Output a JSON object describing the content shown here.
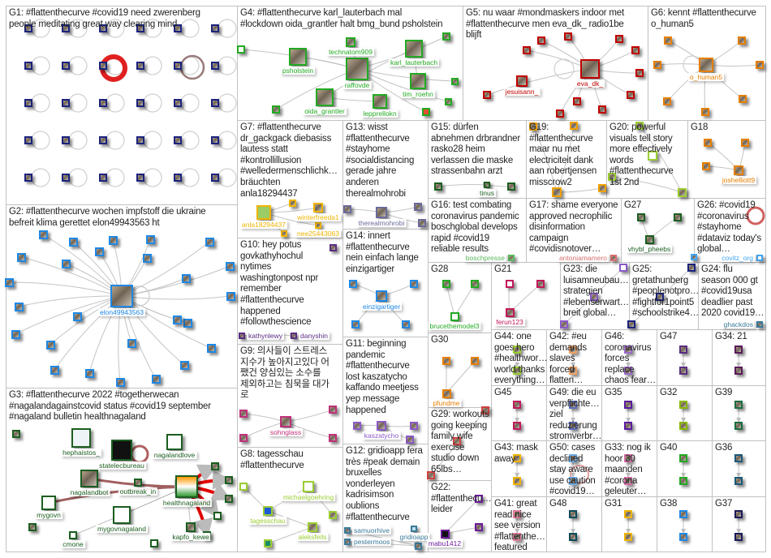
{
  "groups": [
    {
      "id": "G1",
      "label": "G1: #flattenthecurve #covid19 need zwerenberg\npeople meditating great way clearing mind",
      "color": "#1a237e"
    },
    {
      "id": "G2",
      "label": "G2: #flattenthecurve wochen impfstoff die ukraine\nbefreit klima gerettet elon49943563 ht",
      "color": "#1e88e5"
    },
    {
      "id": "G3",
      "label": "G3: #flattenthecurve 2022 #togetherwecan\n#nagalandagainstcovid status #covid19 september\n#nagaland bulletin healthnagaland",
      "color": "#1b5e20"
    },
    {
      "id": "G4",
      "label": "G4: #flattenthecurve karl_lauterbach mal\n#lockdown oida_grantler halt bmg_bund psholstein",
      "color": "#22aa22"
    },
    {
      "id": "G5",
      "label": "G5: nu waar #mondmaskers indoor met\n#flattenthecurve men eva_dk_ radio1be\nblijft",
      "color": "#c00000"
    },
    {
      "id": "G6",
      "label": "G6: kennt #flattenthecurve\no_human5",
      "color": "#e67e00"
    },
    {
      "id": "G7",
      "label": "G7: #flattenthecurve\ndr_gackgack diebasiss\nlautess statt\n#kontrollillusion\n#welledermenschlichk…\nbräuchten\nanla18294437",
      "color": "#f0b400"
    },
    {
      "id": "G13",
      "label": "G13: wisst\n#flattenthecurve\n#stayhome\n#socialdistancing\ngerade jahre\nanderen\ntherealmohrobi",
      "color": "#6a6a9a"
    },
    {
      "id": "G15",
      "label": "G15: dürfen\nabnehmen drbrandner\nrasko28 heim\nverlassen die maske\nstrassenbahn arzt",
      "color": "#1b5e20"
    },
    {
      "id": "G19",
      "label": "G19:\n#flattenthecurve\nmaar nu met\nelectriciteit dank\naan robertjensen\nmisscrow2",
      "color": "#f0a000"
    },
    {
      "id": "G20",
      "label": "G20: powerful\nvisuals tell story\nmore effectively\nwords\n#flattenthecurve\n1st 2nd",
      "color": "#9acd32"
    },
    {
      "id": "G18",
      "label": "G18",
      "color": "#e67e00"
    },
    {
      "id": "G16",
      "label": "G16: test combating\ncoronavirus pandemic\nboschglobal develops\nrapid #covid19\nreliable results",
      "color": "#5cb85c"
    },
    {
      "id": "G17",
      "label": "G17: shame everyone\napproved necrophilic\ndisinformation\ncampaign\n#covidisnotover…",
      "color": "#d87070"
    },
    {
      "id": "G27",
      "label": "G27",
      "color": "#1b5e20"
    },
    {
      "id": "G26",
      "label": "G26: #covid19\n#coronavirus\n#stayhome\n#dataviz today's\nglobal…",
      "color": "#42a5f5"
    },
    {
      "id": "G10",
      "label": "G10: hey potus\ngovkathyhochul\nnytimes\nwashingtonpost npr\nremember\n#flattenthecurve\nhappened\n#followthescience",
      "color": "#5a2d82"
    },
    {
      "id": "G14",
      "label": "G14: innert\n#flattenthecurve\nnein einfach lange\neinzigartiger",
      "color": "#1e88e5"
    },
    {
      "id": "G28",
      "label": "G28",
      "color": "#22aa22"
    },
    {
      "id": "G9",
      "label": "G9: 의사들이 스트레스\n지수가 높아지고있다 어\n쨌건 양심있는 소수를\n제외하고는 침묵을 대가\n로",
      "color": "#c0307a"
    },
    {
      "id": "G11",
      "label": "G11: beginning\npandemic\n#flattenthecurve\nlost kaszatycho\nkaffando meetjess\nyep message\nhappened",
      "color": "#8a5ac8"
    },
    {
      "id": "G30",
      "label": "G30",
      "color": "#e67e00"
    },
    {
      "id": "G29",
      "label": "G29: workouts\ngoing keeping\nfamily wife\nexercise\nstudio down\n65lbs…",
      "color": "#d04040"
    },
    {
      "id": "G8",
      "label": "G8: tagesschau\n#flattenthecurve",
      "color": "#9acd32"
    },
    {
      "id": "G12",
      "label": "G12: gridioapp fera\ntrès #peak demain\nbruxelles\nvonderleyen\nkadrisimson\noublions\n#flattenthecurve",
      "color": "#3a7a9a"
    },
    {
      "id": "G22",
      "label": "G22:\n#flattenthecu…\nleider",
      "color": "#6a1b9a"
    },
    {
      "id": "G21",
      "label": "G21",
      "color": "#c2185b"
    },
    {
      "id": "G23",
      "label": "G23: die\nluisamneubau…\nstrategien\n#lebenserwart…\nbreit global…",
      "color": "#8a5ac8"
    },
    {
      "id": "G25",
      "label": "G25:\ngretathunberg\n#peoplenotpro…\n#fightfor1point5\n#schoolstrike4…",
      "color": "#1a237e"
    },
    {
      "id": "G24",
      "label": "G24: flu\nseason 000 gt\n#covid19usa\ndeadlier past\n2020 covid19…",
      "color": "#3a7a9a"
    },
    {
      "id": "G44",
      "label": "G44: one\ngoes hero\n#healthwor…\nworld thanks\neverything…",
      "color": "#9acd32"
    },
    {
      "id": "G42",
      "label": "G42: #eu\ndemands\nslaves\nforced\nflatten…",
      "color": "#f0a060"
    },
    {
      "id": "G46",
      "label": "G46:\ncoronavirus\nforces\nreplace\nchaos fear…",
      "color": "#9a6ac8"
    },
    {
      "id": "G47",
      "label": "G47",
      "color": "#5a2d82"
    },
    {
      "id": "G34",
      "label": "G34: 21",
      "color": "#5a1a5a"
    },
    {
      "id": "G45",
      "label": "G45",
      "color": "#c2185b"
    },
    {
      "id": "G49",
      "label": "G49: die eu\nverpflichte…\nziel\nreduzierung\nstromverbr…",
      "color": "#5a6ab8"
    },
    {
      "id": "G35",
      "label": "G35",
      "color": "#5a1aa0"
    },
    {
      "id": "G32",
      "label": "G32",
      "color": "#8ab800"
    },
    {
      "id": "G39",
      "label": "G39",
      "color": "#1b6e40"
    },
    {
      "id": "G43",
      "label": "G43: mask\naway",
      "color": "#f0b400"
    },
    {
      "id": "G50",
      "label": "G50: cases\ndeclined\nstay aware\nuse caution\n#covid19…",
      "color": "#6aaae8"
    },
    {
      "id": "G33",
      "label": "G33: nog ik\nhoor 30\nmaanden\n#corona\ngeleuter…",
      "color": "#d870a8"
    },
    {
      "id": "G40",
      "label": "G40",
      "color": "#22aa22"
    },
    {
      "id": "G36",
      "label": "G36",
      "color": "#1a5a7a"
    },
    {
      "id": "G41",
      "label": "G41: great\nread nice\nsee version\n#flattenthe…\nfeatured",
      "color": "#e07a9a"
    },
    {
      "id": "G48",
      "label": "G48",
      "color": "#0a4a5a"
    },
    {
      "id": "G31",
      "label": "G31",
      "color": "#f0b400"
    },
    {
      "id": "G38",
      "label": "G38",
      "color": "#1e88e5"
    },
    {
      "id": "G37",
      "label": "G37",
      "color": "#1a1a5a"
    }
  ],
  "node_labels": {
    "technatom909": "technatom909",
    "psholstein": "psholstein",
    "karl_lauterbach": "karl_lauterbach",
    "raffovde": "raffovde",
    "tim_roehn": "tim_roehn",
    "oida_grantler": "oida_grantler",
    "lepprellokn": "lepprellokn",
    "jesuisann": "jesuisann_",
    "eva_dk": "eva_dk_",
    "o_human5": "o_human5",
    "anla": "anla18294437",
    "winterfreeda1": "winterfreeda1",
    "nee25443063": "nee25443063",
    "therealmohrobi": "therealmohrobi",
    "tinus": "tinus",
    "boschpresse": "boschpresse",
    "antoniamamero": "antoniamamero",
    "vhybl_pheebs": "vhybl_pheebs",
    "covitz_org": "covitz_org",
    "joshelliott9": "joshelliott9",
    "elon49943563": "elon49943563",
    "hephaistos": "hephaistos_",
    "statelecbureau": "statelecbureau",
    "nagalandlove": "nagalandlove",
    "nagalandbot": "nagalandbot",
    "mygovn": "mygovn",
    "healthnagaland": "healthnagaland",
    "mygovnagaland": "mygovnagaland",
    "kapfo_kewe": "kapfo_kewe",
    "cmone": "cmone",
    "outbreak": "outbreak_in",
    "kathynlewy": "kathynlewy",
    "danyshin": "danyshin",
    "sohnglass": "sohnglass",
    "michaelgoehring": "michaelgoehring",
    "tagesschau": "tagesschau",
    "aleksfeils": "aleksfeils",
    "einzigartiger": "einzigartiger",
    "kaszatycho": "kaszatycho",
    "gridioapp": "gridioapp",
    "pestermoos": "pestermoos",
    "samuorhive": "samuorhive",
    "brucethemodel3": "brucethemodel3",
    "pfundme": "pfundme",
    "mabu1412": "mabu1412",
    "ferun123": "ferun123",
    "ghackdos": "ghackdos"
  }
}
